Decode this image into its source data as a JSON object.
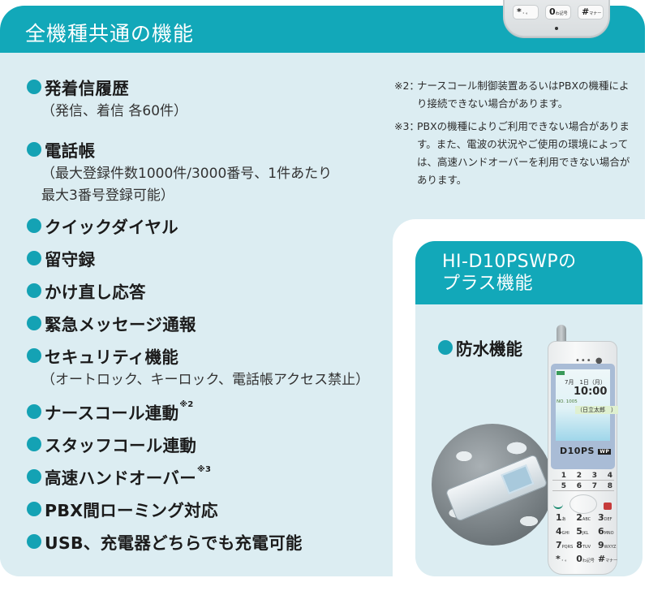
{
  "banner": {
    "title": "全機種共通の機能"
  },
  "features": [
    {
      "label": "発着信履歴",
      "note": "（発信、着信 各60件）"
    },
    {
      "label": "電話帳",
      "note_lines": [
        "（最大登録件数1000件/3000番号、1件あたり",
        "最大3番号登録可能）"
      ]
    },
    {
      "label": "クイックダイヤル"
    },
    {
      "label": "留守録"
    },
    {
      "label": "かけ直し応答"
    },
    {
      "label": "緊急メッセージ通報"
    },
    {
      "label": "セキュリティ機能",
      "note": "（オートロック、キーロック、電話帳アクセス禁止）"
    },
    {
      "label": "ナースコール連動",
      "footnote_ref": "※2"
    },
    {
      "label": "スタッフコール連動"
    },
    {
      "label": "高速ハンドオーバー",
      "footnote_ref": "※3"
    },
    {
      "label": "PBX間ローミング対応"
    },
    {
      "label": "USB、充電器どちらでも充電可能"
    }
  ],
  "footnotes": [
    {
      "mark": "※2：",
      "text": "ナースコール制御装置あるいはPBXの機種により接続できない場合があります。"
    },
    {
      "mark": "※3：",
      "text": "PBXの機種によりご利用できない場合があります。また、電波の状況やご使用の環境によっては、高速ハンドオーバーを利用できない場合があります。"
    }
  ],
  "plus_card": {
    "title_line1": "HI-D10PSWPの",
    "title_line2": "プラス機能",
    "feature": "防水機能"
  },
  "phone_image": {
    "model": "D10PS",
    "model_badge": "WP",
    "screen": {
      "date": "7月　1日（月）",
      "time": "10:00",
      "number": "NO. 1005",
      "name": "（日立太郎　）"
    },
    "keys": [
      {
        "main": "1",
        "sub": "あ"
      },
      {
        "main": "2",
        "sub": "ABC"
      },
      {
        "main": "3",
        "sub": "DEF"
      },
      {
        "main": "4",
        "sub": "GHI"
      },
      {
        "main": "5",
        "sub": "JKL"
      },
      {
        "main": "6",
        "sub": "MNO"
      },
      {
        "main": "7",
        "sub": "PQRS"
      },
      {
        "main": "8",
        "sub": "TUV"
      },
      {
        "main": "9",
        "sub": "WXYZ"
      },
      {
        "main": "*",
        "sub": "・∘"
      },
      {
        "main": "0",
        "sub": "わ記号"
      },
      {
        "main": "#",
        "sub": "マナー"
      }
    ],
    "function_keys": [
      "1",
      "2",
      "3",
      "4",
      "5",
      "6",
      "7",
      "8"
    ]
  },
  "top_phone": {
    "keys": [
      {
        "main": "*",
        "sub": "・∘"
      },
      {
        "main": "0",
        "sub": "わ記号"
      },
      {
        "main": "#",
        "sub": "マナー"
      }
    ]
  },
  "colors": {
    "accent": "#12a8b9",
    "panel": "#dcedf2",
    "bullet": "#14a2b4"
  }
}
